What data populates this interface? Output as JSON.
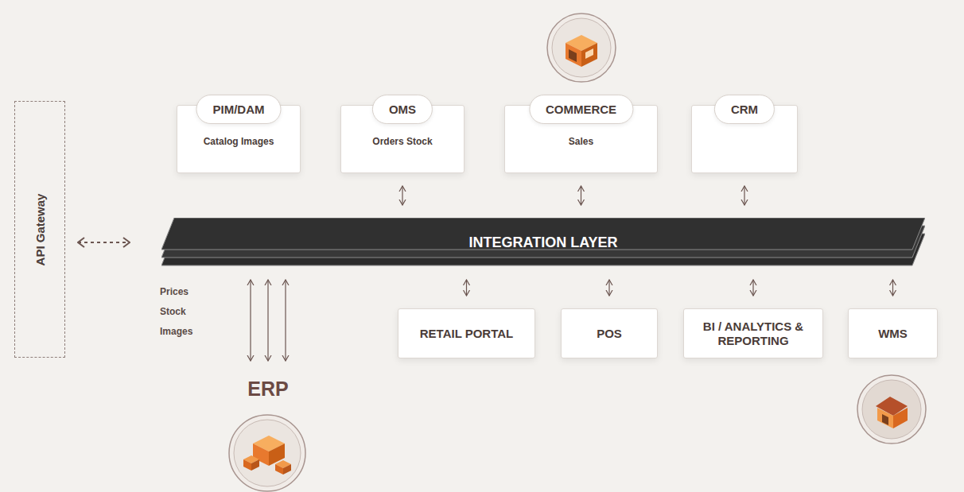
{
  "diagram": {
    "nodes": [
      {
        "text": [
          "API Gateway"
        ]
      },
      {
        "text": [
          "PIM/DAM",
          "Catalog Images"
        ]
      },
      {
        "text": [
          "OMS",
          "Orders Stock"
        ]
      },
      {
        "text": [
          "COMMERCE",
          "Sales"
        ]
      },
      {
        "text": [
          "CRM"
        ]
      },
      {
        "text": [
          "INTEGRATION LAYER"
        ]
      },
      {
        "text": [
          "RETAIL PORTAL"
        ]
      },
      {
        "text": [
          "POS"
        ]
      },
      {
        "text": [
          "BI / ANALYTICS & REPORTING"
        ]
      },
      {
        "text": [
          "WMS"
        ]
      },
      {
        "text": [
          "ERP"
        ]
      }
    ],
    "edges": [
      {
        "from": 0,
        "to": 5,
        "arrow": "both"
      },
      {
        "from": 2,
        "to": 5,
        "arrow": "both"
      },
      {
        "from": 3,
        "to": 5,
        "arrow": "both"
      },
      {
        "from": 4,
        "to": 5,
        "arrow": "both"
      },
      {
        "from": 5,
        "to": 10,
        "label": "Prices",
        "arrow": "both"
      },
      {
        "from": 5,
        "to": 10,
        "label": "Stock",
        "arrow": "both"
      },
      {
        "from": 5,
        "to": 10,
        "label": "Images",
        "arrow": "both"
      },
      {
        "from": 5,
        "to": 6,
        "arrow": "both"
      },
      {
        "from": 5,
        "to": 7,
        "arrow": "both"
      },
      {
        "from": 5,
        "to": 8,
        "arrow": "both"
      },
      {
        "from": 5,
        "to": 9,
        "arrow": "both"
      }
    ]
  }
}
